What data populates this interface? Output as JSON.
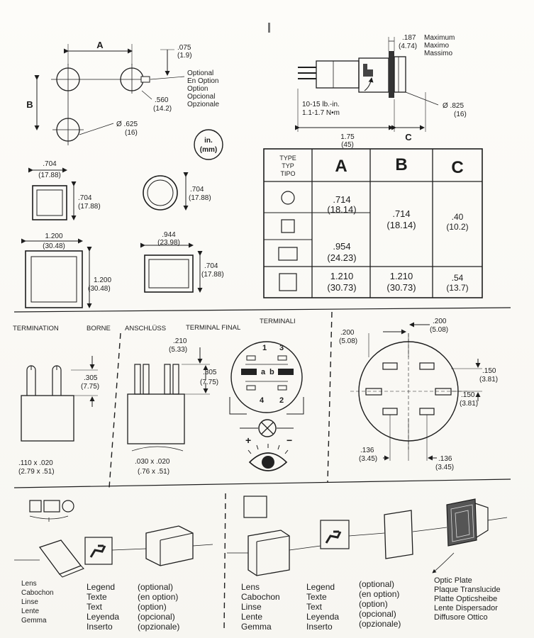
{
  "dims": {
    "A": "A",
    "B": "B",
    "C": "C",
    "d075": ".075",
    "d075mm": "(1.9)",
    "d560": ".560",
    "d560mm": "(14.2)",
    "d625": "Ø .625",
    "d625mm": "(16)",
    "opt": [
      "Optional",
      "En Option",
      "Option",
      "Opcional",
      "Opzionale"
    ],
    "max187": ".187",
    "max187mm": "(4.74)",
    "maxLbl": [
      "Maximum",
      "Maximo",
      "Massimo"
    ],
    "torque1": "10-15 lb.-in.",
    "torque2": "1.1-1.7 N•m",
    "d825": "Ø .825",
    "d825mm": "(16)",
    "len175": "1.75",
    "len175mm": "(45)",
    "unit1": "in.",
    "unit2": "(mm)"
  },
  "shapes": {
    "sq704": ".704",
    "sq704mm": "(17.88)",
    "sq704b": ".704",
    "sq704bmm": "(17.88)",
    "circ704": ".704",
    "circ704mm": "(17.88)",
    "sq1200": "1.200",
    "sq1200mm": "(30.48)",
    "sq1200b": "1.200",
    "sq1200bmm": "(30.48)",
    "rect944": ".944",
    "rect944mm": "(23.98)",
    "rect704": ".704",
    "rect704mm": "(17.88)"
  },
  "table": {
    "typeHdr": [
      "TYPE",
      "TYP",
      "TIPO"
    ],
    "cols": [
      "A",
      "B",
      "C"
    ],
    "r1a": ".714",
    "r1amm": "(18.14)",
    "rBa": ".714",
    "rBamm": "(18.14)",
    "rCa": ".40",
    "rCamm": "(10.2)",
    "r3a": ".954",
    "r3amm": "(24.23)",
    "r4a": "1.210",
    "r4amm": "(30.73)",
    "r4b": "1.210",
    "r4bmm": "(30.73)",
    "r4c": ".54",
    "r4cmm": "(13.7)"
  },
  "termination": {
    "header": [
      "TERMINATION",
      "BORNE",
      "ANSCHLÜSS",
      "TERMINAL FINAL",
      "TERMINALI"
    ],
    "d305": ".305",
    "d305mm": "(7.75)",
    "tab1": ".110 x .020",
    "tab1mm": "(2.79 x .51)",
    "d210": ".210",
    "d210mm": "(5.33)",
    "d305b": ".305",
    "d305bmm": "(7.75)",
    "tab2": ".030 x .020",
    "tab2mm": "(.76 x .51)",
    "pins": [
      "1",
      "3",
      "a",
      "b",
      "4",
      "2"
    ],
    "plus": "+",
    "minus": "−"
  },
  "layout": {
    "d200a": ".200",
    "d200amm": "(5.08)",
    "d200b": ".200",
    "d200bmm": "(5.08)",
    "d150a": ".150",
    "d150amm": "(3.81)",
    "d150b": ".150",
    "d150bmm": "(3.81)",
    "d136a": ".136",
    "d136amm": "(3.45)",
    "d136b": ".136",
    "d136bmm": "(3.45)"
  },
  "assembly": {
    "left": {
      "lens": [
        "Lens",
        "Cabochon",
        "Linse",
        "Lente",
        "Gemma"
      ],
      "legend": [
        "Legend",
        "Texte",
        "Text",
        "Leyenda",
        "Inserto"
      ],
      "optional": [
        "(optional)",
        "(en option)",
        "(option)",
        "(opcional)",
        "(opzionale)"
      ]
    },
    "right": {
      "lens": [
        "Lens",
        "Cabochon",
        "Linse",
        "Lente",
        "Gemma"
      ],
      "legend": [
        "Legend",
        "Texte",
        "Text",
        "Leyenda",
        "Inserto"
      ],
      "optional": [
        "(optional)",
        "(en option)",
        "(option)",
        "(opcional)",
        "(opzionale)"
      ],
      "plate": [
        "Optic Plate",
        "Plaque Translucide",
        "Platte Opticsheibe",
        "Lente Dispersador",
        "Diffusore Ottico"
      ]
    }
  }
}
